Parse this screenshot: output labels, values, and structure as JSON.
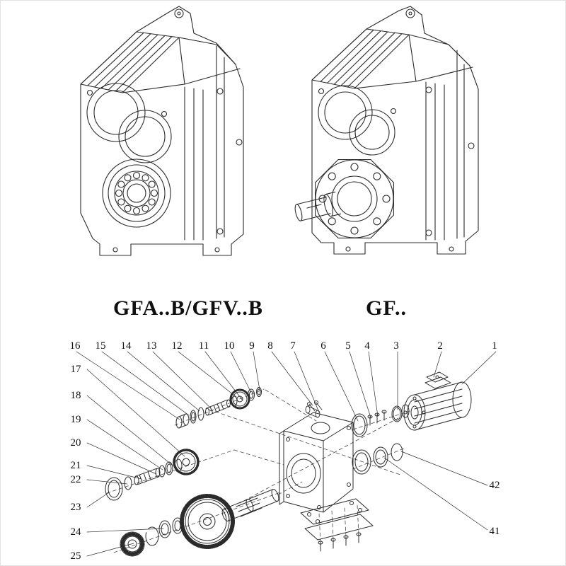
{
  "models": {
    "left_label": "GFA..B/GFV..B",
    "right_label": "GF.."
  },
  "exploded": {
    "top_callouts": [
      "16",
      "15",
      "14",
      "13",
      "12",
      "11",
      "10",
      "9",
      "8",
      "7",
      "6",
      "5",
      "4",
      "3",
      "2",
      "1"
    ],
    "left_callouts": [
      "17",
      "18",
      "19",
      "20",
      "21",
      "22",
      "23",
      "24",
      "25"
    ],
    "right_callouts": [
      "42",
      "41"
    ]
  },
  "colors": {
    "ink": "#2b2b2b",
    "background": "#ffffff"
  }
}
